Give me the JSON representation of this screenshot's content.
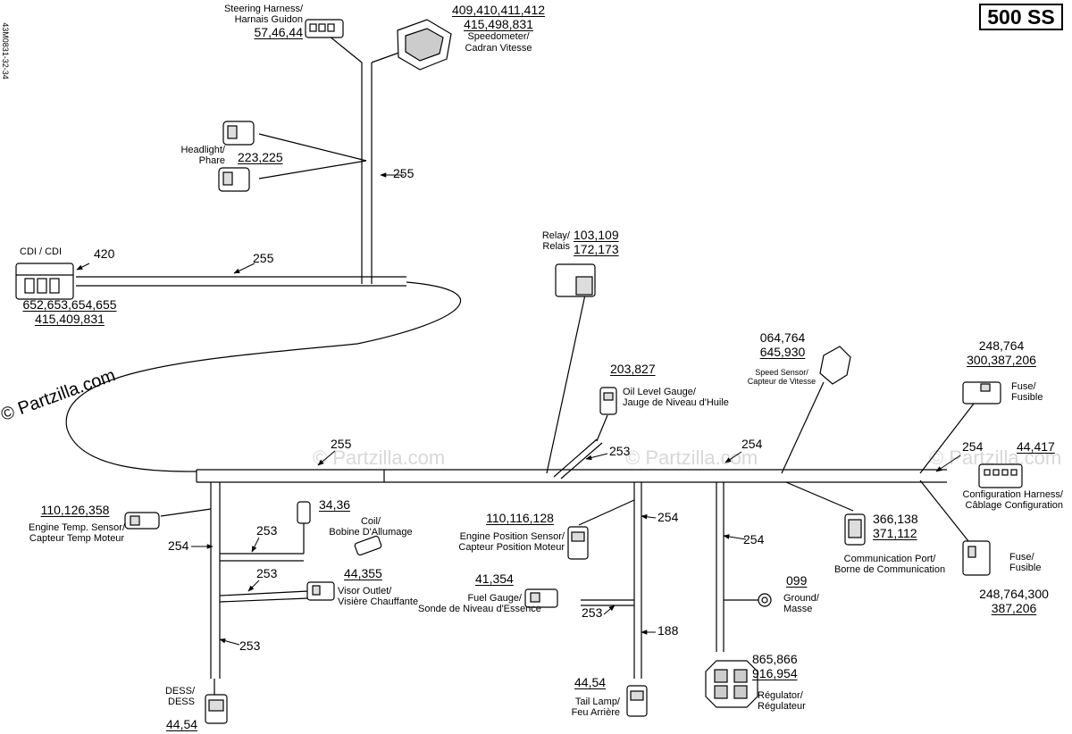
{
  "model": "500 SS",
  "document_id": "43M0831-32-34",
  "watermark": "© Partzilla.com",
  "brand_mark": "© Partzilla.com",
  "harness_ref": {
    "main_upper": "255",
    "cdi_branch": "255",
    "main_left": "255",
    "gauge_branch": "253",
    "main_right": "254",
    "config_branch": "254",
    "left_drop": "254",
    "coil_branch": "253",
    "visor_branch": "253",
    "dess_branch": "253",
    "center_drop": "254",
    "fuel_branch": "253",
    "tail_branch": "188",
    "regulator_drop": "254"
  },
  "components": {
    "steering_harness": {
      "label1": "Steering Harness/",
      "label2": "Harnais Guidon",
      "parts": "57,46,44"
    },
    "speedometer": {
      "parts1": "409,410,411,412",
      "parts2": "415,498,831",
      "label1": "Speedometer/",
      "label2": "Cadran Vitesse"
    },
    "headlight": {
      "label1": "Headlight/",
      "label2": "Phare",
      "parts": "223,225"
    },
    "cdi": {
      "label": "CDI / CDI",
      "ref": "420",
      "parts1": "652,653,654,655",
      "parts2": "415,409,831"
    },
    "relay": {
      "label1": "Relay/",
      "label2": "Relais",
      "parts1": "103,109",
      "parts2": "172,173"
    },
    "oil_level": {
      "parts": "203,827",
      "label1": "Oil Level Gauge/",
      "label2": "Jauge de Niveau d'Huile"
    },
    "speed_sensor": {
      "parts1": "064,764",
      "parts2": "645,930",
      "label1": "Speed Sensor/",
      "label2": "Capteur de Vitesse"
    },
    "fuse_top": {
      "parts1": "248,764",
      "parts2": "300,387,206",
      "label1": "Fuse/",
      "label2": "Fusible"
    },
    "configuration": {
      "parts": "44,417",
      "label1": "Configuration Harness/",
      "label2": "Câblage Configuration"
    },
    "fuse_bottom": {
      "label1": "Fuse/",
      "label2": "Fusible",
      "parts1": "248,764,300",
      "parts2": "387,206"
    },
    "temp_sensor": {
      "parts": "110,126,358",
      "label1": "Engine Temp. Sensor/",
      "label2": "Capteur Temp Moteur"
    },
    "coil": {
      "parts": "34,36",
      "label1": "Coil/",
      "label2": "Bobine D'Allumage"
    },
    "visor": {
      "parts": "44,355",
      "label1": "Visor Outlet/",
      "label2": "Visière Chauffante"
    },
    "dess": {
      "label1": "DESS/",
      "label2": "DESS",
      "parts": "44,54"
    },
    "engine_position": {
      "parts": "110,116,128",
      "label1": "Engine Position Sensor/",
      "label2": "Capteur Position Moteur"
    },
    "fuel_gauge": {
      "parts": "41,354",
      "label1": "Fuel Gauge/",
      "label2": "Sonde de Niveau d'Essence"
    },
    "tail_lamp": {
      "parts": "44,54",
      "label1": "Tail Lamp/",
      "label2": "Feu Arrière"
    },
    "communication": {
      "parts1": "366,138",
      "parts2": "371,112",
      "label1": "Communication Port/",
      "label2": "Borne de Communication"
    },
    "ground": {
      "parts": "099",
      "label1": "Ground/",
      "label2": "Masse"
    },
    "regulator": {
      "parts1": "865,866",
      "parts2": "916,954",
      "label1": "Régulator/",
      "label2": "Régulateur"
    }
  }
}
